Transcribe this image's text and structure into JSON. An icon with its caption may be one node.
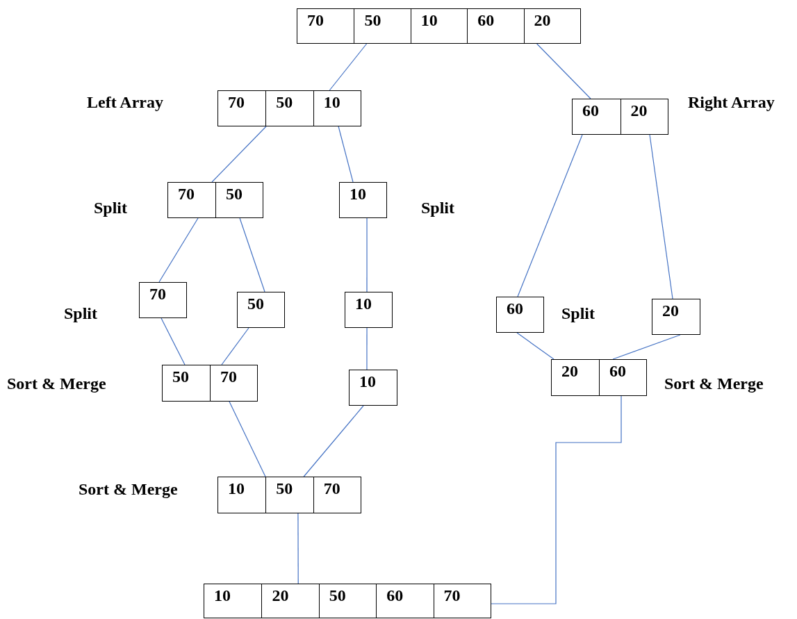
{
  "diagram": {
    "nodes": [
      {
        "text": [
          "70",
          "50",
          "10",
          "60",
          "20"
        ]
      },
      {
        "text": [
          "70",
          "50",
          "10"
        ]
      },
      {
        "text": [
          "60",
          "20"
        ]
      },
      {
        "text": [
          "70",
          "50"
        ]
      },
      {
        "text": [
          "10"
        ]
      },
      {
        "text": [
          "70"
        ]
      },
      {
        "text": [
          "50"
        ]
      },
      {
        "text": [
          "10"
        ]
      },
      {
        "text": [
          "60"
        ]
      },
      {
        "text": [
          "20"
        ]
      },
      {
        "text": [
          "50",
          "70"
        ]
      },
      {
        "text": [
          "10"
        ]
      },
      {
        "text": [
          "20",
          "60"
        ]
      },
      {
        "text": [
          "10",
          "50",
          "70"
        ]
      },
      {
        "text": [
          "10",
          "20",
          "50",
          "60",
          "70"
        ]
      }
    ],
    "edges": [
      {
        "from": 0,
        "to": 1,
        "arrow": "none"
      },
      {
        "from": 0,
        "to": 2,
        "arrow": "none"
      },
      {
        "from": 1,
        "to": 3,
        "arrow": "none"
      },
      {
        "from": 1,
        "to": 4,
        "arrow": "none"
      },
      {
        "from": 3,
        "to": 5,
        "arrow": "none"
      },
      {
        "from": 3,
        "to": 6,
        "arrow": "none"
      },
      {
        "from": 4,
        "to": 7,
        "arrow": "none"
      },
      {
        "from": 2,
        "to": 8,
        "arrow": "none"
      },
      {
        "from": 2,
        "to": 9,
        "arrow": "none"
      },
      {
        "from": 5,
        "to": 10,
        "arrow": "none"
      },
      {
        "from": 6,
        "to": 10,
        "arrow": "none"
      },
      {
        "from": 7,
        "to": 11,
        "arrow": "none"
      },
      {
        "from": 8,
        "to": 12,
        "arrow": "none"
      },
      {
        "from": 9,
        "to": 12,
        "arrow": "none"
      },
      {
        "from": 10,
        "to": 13,
        "arrow": "none"
      },
      {
        "from": 11,
        "to": 13,
        "arrow": "none"
      },
      {
        "from": 13,
        "to": 14,
        "arrow": "none"
      },
      {
        "from": 12,
        "to": 14,
        "arrow": "none"
      }
    ],
    "labels": [
      "Left Array",
      "Right Array",
      "Split",
      "Split",
      "Split",
      "Split",
      "Sort & Merge",
      "Sort & Merge",
      "Sort & Merge"
    ]
  }
}
